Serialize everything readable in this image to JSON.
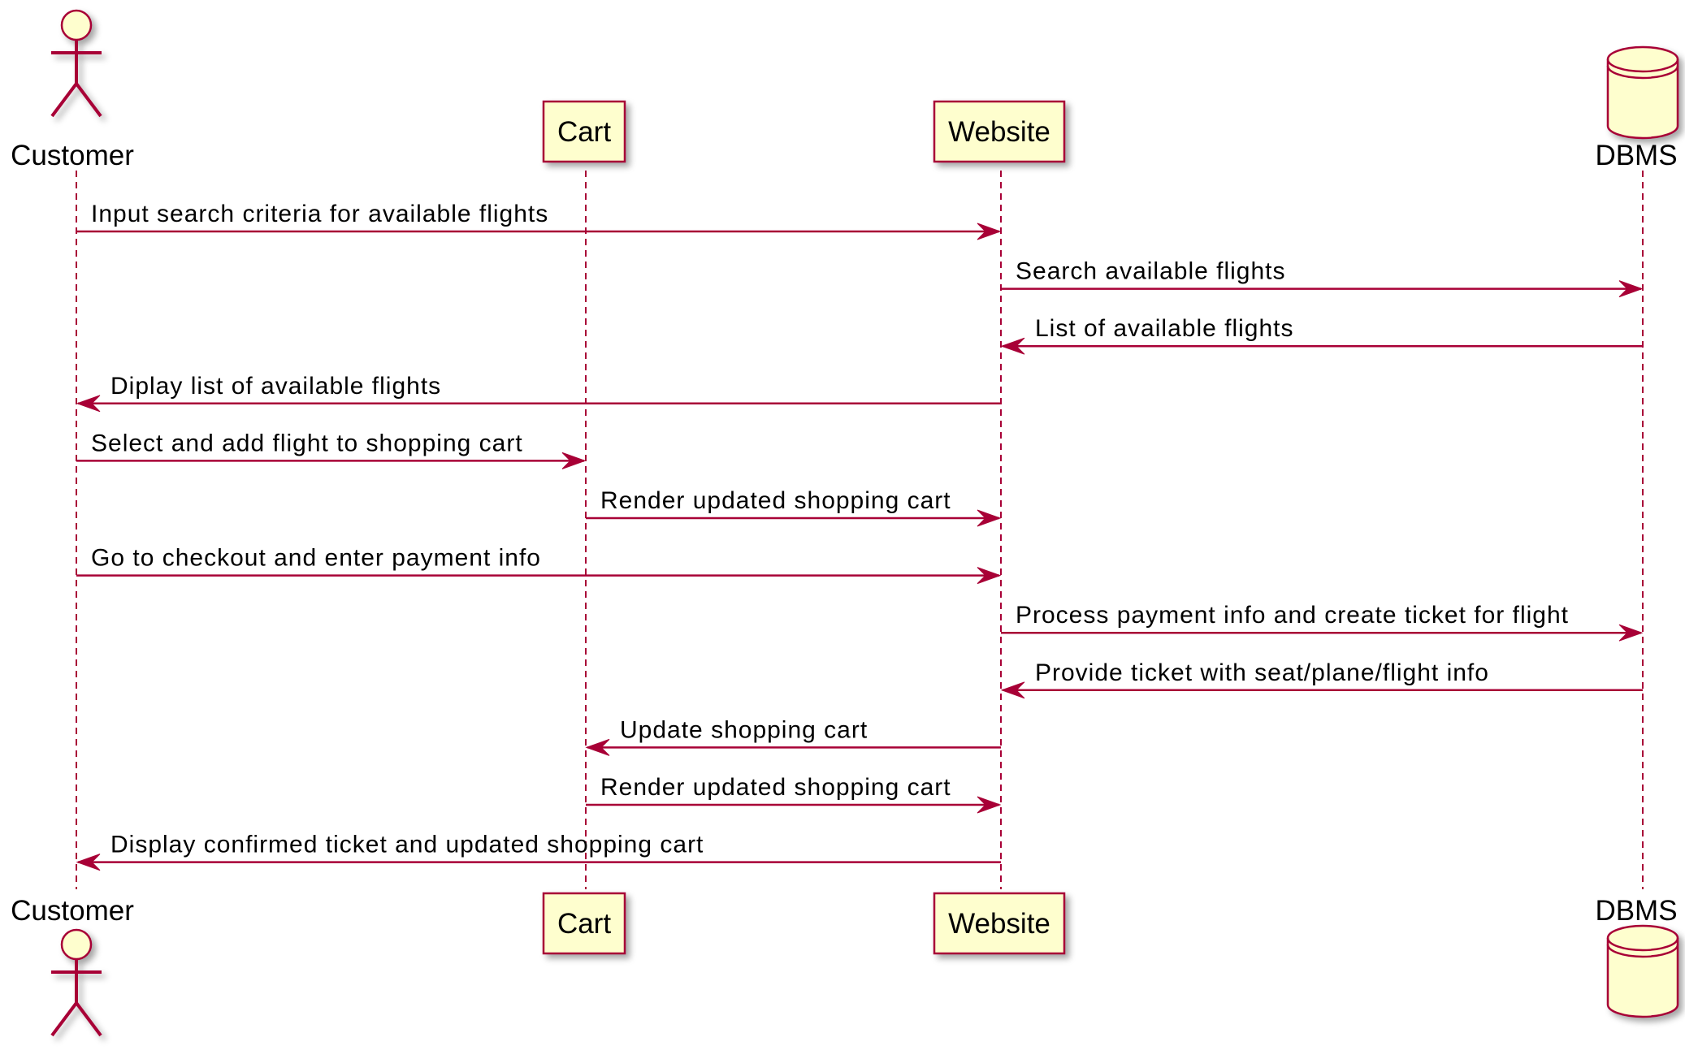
{
  "participants": [
    {
      "id": "customer",
      "label": "Customer",
      "kind": "actor"
    },
    {
      "id": "cart",
      "label": "Cart",
      "kind": "participant"
    },
    {
      "id": "website",
      "label": "Website",
      "kind": "participant"
    },
    {
      "id": "dbms",
      "label": "DBMS",
      "kind": "database"
    }
  ],
  "messages": [
    {
      "from": "customer",
      "to": "website",
      "label": "Input search criteria for available flights"
    },
    {
      "from": "website",
      "to": "dbms",
      "label": "Search available flights"
    },
    {
      "from": "dbms",
      "to": "website",
      "label": "List of available flights"
    },
    {
      "from": "website",
      "to": "customer",
      "label": "Diplay list of available flights"
    },
    {
      "from": "customer",
      "to": "cart",
      "label": "Select and add flight to shopping cart"
    },
    {
      "from": "cart",
      "to": "website",
      "label": "Render updated shopping cart"
    },
    {
      "from": "customer",
      "to": "website",
      "label": "Go to checkout and enter payment info"
    },
    {
      "from": "website",
      "to": "dbms",
      "label": "Process payment info and create ticket for flight"
    },
    {
      "from": "dbms",
      "to": "website",
      "label": "Provide ticket with seat/plane/flight info"
    },
    {
      "from": "website",
      "to": "cart",
      "label": "Update shopping cart"
    },
    {
      "from": "cart",
      "to": "website",
      "label": "Render updated shopping cart"
    },
    {
      "from": "website",
      "to": "customer",
      "label": "Display confirmed ticket and updated shopping cart"
    }
  ],
  "colors": {
    "line": "#A80036",
    "fill": "#FEFECE"
  }
}
